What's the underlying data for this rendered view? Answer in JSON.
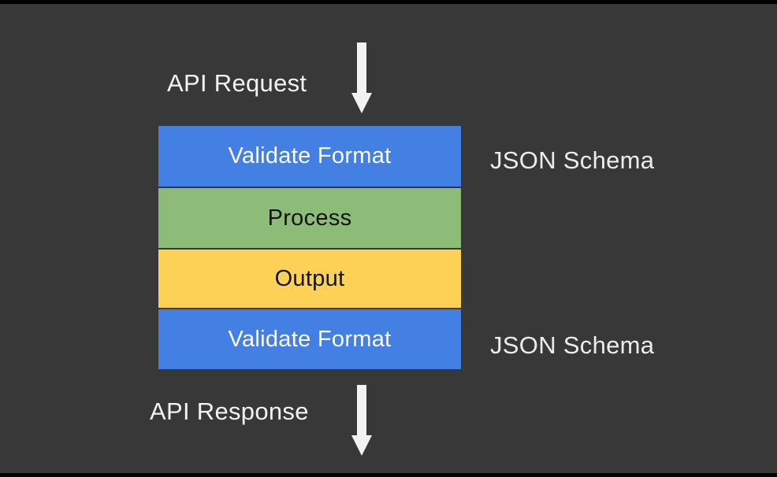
{
  "canvas": {
    "background": "#383838",
    "letterbox_color": "#000000"
  },
  "flow": {
    "request_label": "API Request",
    "response_label": "API Response",
    "label_color": "#f2f2f2",
    "arrow_color": "#f2f2f2",
    "boxes": [
      {
        "label": "Validate Format",
        "fill": "#4480e4",
        "text_color": "#fdfdfd",
        "annotation": "JSON Schema"
      },
      {
        "label": "Process",
        "fill": "#8cbc77",
        "text_color": "#131313",
        "annotation": ""
      },
      {
        "label": "Output",
        "fill": "#fcd155",
        "text_color": "#131313",
        "annotation": ""
      },
      {
        "label": "Validate Format",
        "fill": "#4480e4",
        "text_color": "#fdfdfd",
        "annotation": "JSON Schema"
      }
    ],
    "annotation_color": "#ececec"
  }
}
